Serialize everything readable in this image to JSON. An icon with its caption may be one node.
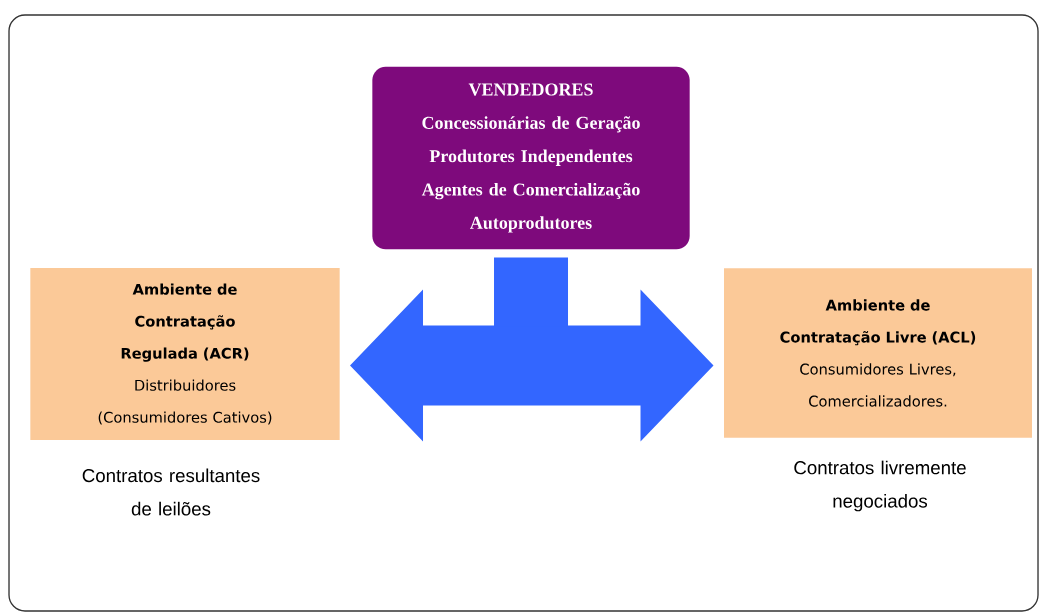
{
  "diagram": {
    "nodes": [
      {
        "text": [
          "VENDEDORES",
          "Concessionárias de Geração",
          "Produtores Independentes",
          "Agentes de Comercialização",
          "Autoprodutores"
        ]
      },
      {
        "text": [
          "Ambiente de Contratação Regulada (ACR)",
          "Distribuidores (Consumidores Cativos)"
        ],
        "beside": [
          "Contratos resultantes de leilões"
        ]
      },
      {
        "text": [
          "Ambiente de Contratação Livre (ACL)",
          "Consumidores Livres, Comercializadores."
        ],
        "beside": [
          "Contratos livremente negociados"
        ]
      }
    ],
    "edges": [
      {
        "from": 1,
        "to": 2,
        "arrow": "both"
      },
      {
        "from": 0,
        "to": null,
        "arrow": "none"
      }
    ]
  }
}
